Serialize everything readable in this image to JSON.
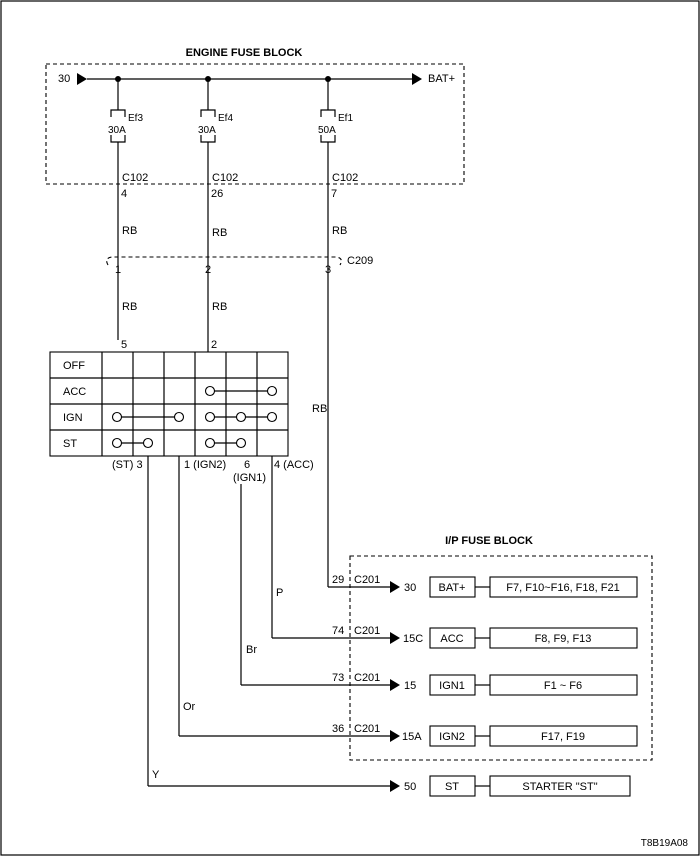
{
  "engine_fuse_block": {
    "title": "ENGINE FUSE BLOCK",
    "input_label": "30",
    "output_label": "BAT+",
    "fuses": [
      {
        "name": "Ef3",
        "rating": "30A",
        "connector": "C102",
        "pin": "4"
      },
      {
        "name": "Ef4",
        "rating": "30A",
        "connector": "C102",
        "pin": "26"
      },
      {
        "name": "Ef1",
        "rating": "50A",
        "connector": "C102",
        "pin": "7"
      }
    ]
  },
  "upper_wires": {
    "color": "RB",
    "color2": "RB",
    "color3": "RB"
  },
  "connector_c209": {
    "name": "C209",
    "pins": [
      "1",
      "2",
      "3"
    ]
  },
  "lower_wires": {
    "color": "RB",
    "color2": "RB",
    "switch_pins": [
      "5",
      "2"
    ],
    "pin3_color": "RB"
  },
  "ignition_switch": {
    "rows": [
      "OFF",
      "ACC",
      "IGN",
      "ST"
    ],
    "outputs": {
      "st": "(ST) 3",
      "ign2": "1 (IGN2)",
      "ign1_pin": "6",
      "ign1": "(IGN1)",
      "acc": "4 (ACC)"
    }
  },
  "output_wires": {
    "st": "Y",
    "ign2": "Or",
    "ign1": "Br",
    "acc": "P"
  },
  "ip_fuse_block": {
    "title": "I/P FUSE BLOCK",
    "circuits": [
      {
        "pin": "29",
        "connector": "C201",
        "terminal": "30",
        "label": "BAT+",
        "fuses": "F7, F10~F16, F18, F21"
      },
      {
        "pin": "74",
        "connector": "C201",
        "terminal": "15C",
        "label": "ACC",
        "fuses": "F8, F9, F13"
      },
      {
        "pin": "73",
        "connector": "C201",
        "terminal": "15",
        "label": "IGN1",
        "fuses": "F1 ~ F6"
      },
      {
        "pin": "36",
        "connector": "C201",
        "terminal": "15A",
        "label": "IGN2",
        "fuses": "F17, F19"
      }
    ]
  },
  "starter": {
    "terminal": "50",
    "label": "ST",
    "description": "STARTER \"ST\""
  },
  "figure_code": "T8B19A08"
}
